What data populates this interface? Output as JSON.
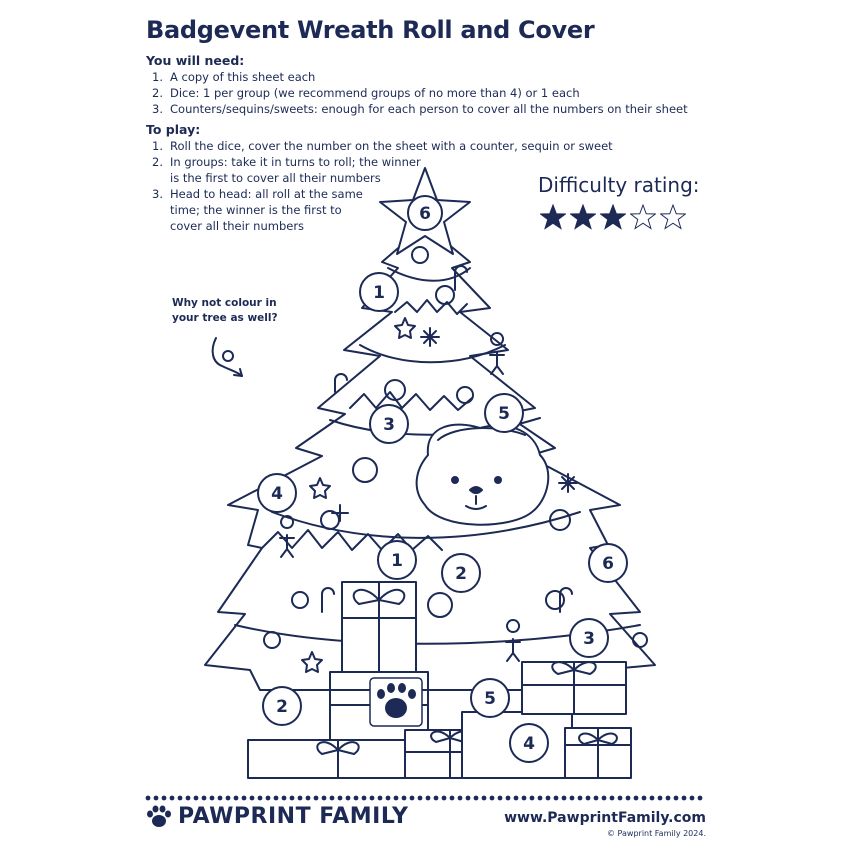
{
  "title": "Badgevent Wreath Roll and Cover",
  "you_will_need": {
    "heading": "You will need:",
    "items": [
      {
        "num": "1.",
        "text": "A copy of this sheet each"
      },
      {
        "num": "2.",
        "text": "Dice: 1 per group (we recommend groups of no more than 4) or 1 each"
      },
      {
        "num": "3.",
        "text": "Counters/sequins/sweets: enough for each person to cover all the numbers on their sheet"
      }
    ]
  },
  "to_play": {
    "heading": "To play:",
    "items": [
      {
        "num": "1.",
        "text": "Roll the dice, cover the number on the sheet with a counter, sequin or sweet"
      },
      {
        "num": "2.",
        "text": "In groups: take it in turns to roll; the winner\nis the first to cover all their numbers"
      },
      {
        "num": "3.",
        "text": "Head to head: all roll at the same\ntime; the winner is the first to\ncover all their numbers"
      }
    ]
  },
  "difficulty": {
    "label": "Difficulty rating:",
    "rating": 3,
    "max": 5
  },
  "side_note": "Why not colour in\nyour tree as well?",
  "numbers": {
    "star": "6",
    "n1a": "1",
    "n3a": "3",
    "n5a": "5",
    "n4a": "4",
    "n1b": "1",
    "n2a": "2",
    "n6b": "6",
    "n3b": "3",
    "n2b": "2",
    "n5b": "5",
    "n4b": "4"
  },
  "footer": {
    "brand": "PAWPRINT FAMILY",
    "url": "www.PawprintFamily.com",
    "copyright": "© Pawprint Family 2024."
  },
  "colors": {
    "ink": "#1c2a55",
    "paper": "#ffffff"
  },
  "icons": {
    "brand_logo": "paw-print-icon",
    "rating": "star-icon"
  }
}
